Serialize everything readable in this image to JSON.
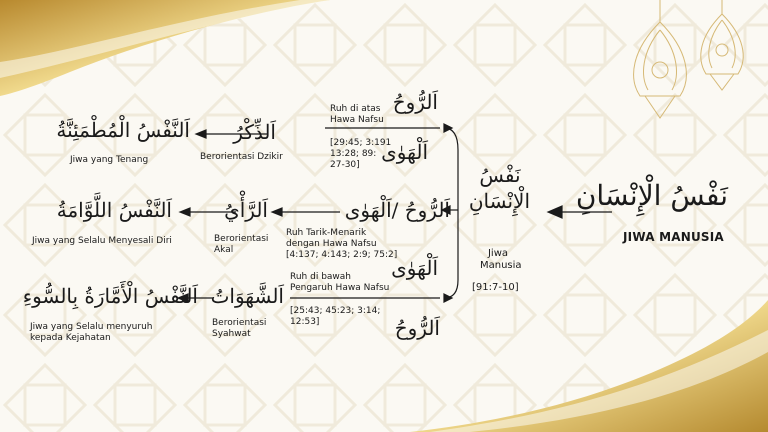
{
  "title": {
    "arabic": "نَفْسُ الْإِنْسَانِ",
    "latin": "JIWA MANUSIA"
  },
  "center": {
    "arabic": "نَفْسُ الْإِنْسَانِ",
    "label": "Jiwa\nManusia",
    "ref": "[91:7-10]"
  },
  "branches": [
    {
      "top_arabic": "اَلرُّوحُ",
      "bottom_arabic": "اَلْهَوٰى",
      "relation": "Ruh di atas\nHawa Nafsu",
      "refs": "[29:45; 3:191\n13:28; 89:\n27-30]",
      "orientation_arabic": "اَلذِّكْرُ",
      "orientation_label": "Berorientasi Dzikir",
      "result_arabic": "اَلنَّفْسُ الْمُطْمَئِنَّةُ",
      "result_label": "Jiwa yang Tenang"
    },
    {
      "relation_arabic": "اَلرُّوحُ /اَلْهَوٰى",
      "relation": "Ruh Tarik-Menarik\ndengan Hawa Nafsu\n[4:137; 4:143; 2:9; 75:2]",
      "orientation_arabic": "اَلرَّأْيُ",
      "orientation_label": "Berorientasi\nAkal",
      "result_arabic": "اَلنَّفْسُ اللَّوَّامَةُ",
      "result_label": "Jiwa yang Selalu Menyesali Diri"
    },
    {
      "top_arabic": "اَلْهَوٰى",
      "bottom_arabic": "اَلرُّوحُ",
      "relation": "Ruh di bawah\nPengaruh Hawa Nafsu",
      "refs": "[25:43; 45:23; 3:14;\n12:53]",
      "orientation_arabic": "اَلشَّهَوَاتُ",
      "orientation_label": "Berorientasi\nSyahwat",
      "result_arabic": "اَلنَّفْسُ الْأَمَّارَةُ بِالسُّوءِ",
      "result_label": "Jiwa yang Selalu menyuruh\nkepada Kejahatan"
    }
  ],
  "colors": {
    "gold": "#c9a24a",
    "gold_light": "#e8d08a",
    "text": "#1a1a1a",
    "pattern": "#ede6d6"
  },
  "icons": [
    "lantern-icon",
    "lantern-icon"
  ]
}
